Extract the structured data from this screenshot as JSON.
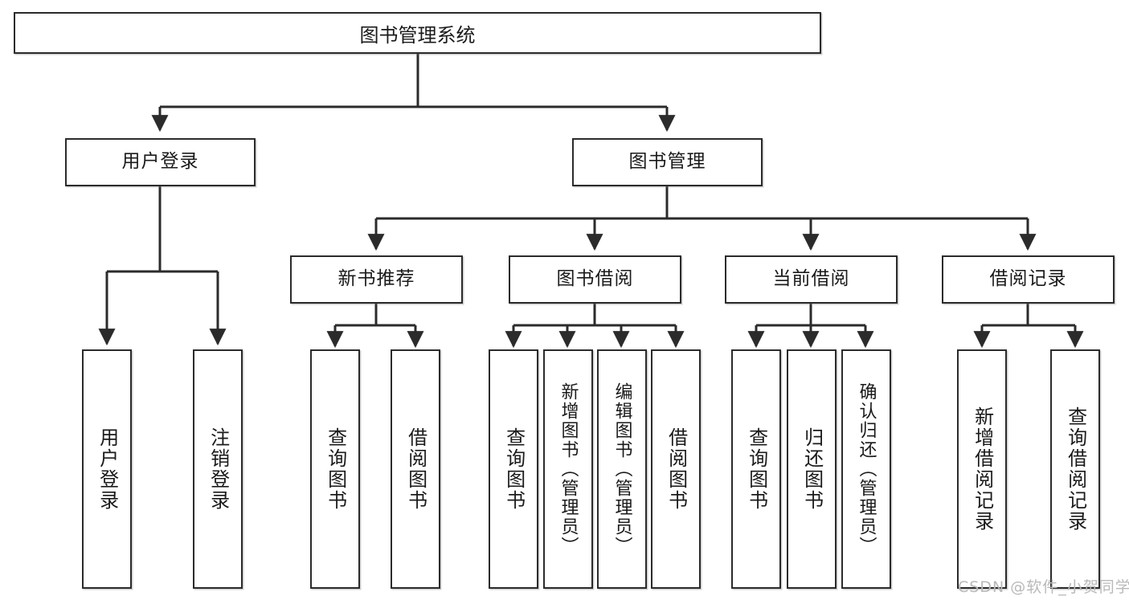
{
  "diagram": {
    "title": "图书管理系统",
    "type": "hierarchy-tree",
    "watermark": "CSDN @软件_小贺同学",
    "colors": {
      "stroke": "#2b2b2b",
      "fill": "#ffffff",
      "text": "#1a1a1a",
      "watermark": "#b9b9b9"
    },
    "nodes": {
      "root": {
        "label": "图书管理系统"
      },
      "level2": [
        {
          "label": "用户登录"
        },
        {
          "label": "图书管理"
        }
      ],
      "level3": [
        {
          "label": "新书推荐"
        },
        {
          "label": "图书借阅"
        },
        {
          "label": "当前借阅"
        },
        {
          "label": "借阅记录"
        }
      ],
      "leaves": {
        "user_login": [
          {
            "label": "用户登录"
          },
          {
            "label": "注销登录"
          }
        ],
        "new_book": [
          {
            "label": "查询图书"
          },
          {
            "label": "借阅图书"
          }
        ],
        "borrow_book": [
          {
            "label": "查询图书"
          },
          {
            "label": "新增图书（管理员）"
          },
          {
            "label": "编辑图书（管理员）"
          },
          {
            "label": "借阅图书"
          }
        ],
        "current_borrow": [
          {
            "label": "查询图书"
          },
          {
            "label": "归还图书"
          },
          {
            "label": "确认归还（管理员）"
          }
        ],
        "borrow_record": [
          {
            "label": "新增借阅记录"
          },
          {
            "label": "查询借阅记录"
          }
        ]
      }
    }
  }
}
